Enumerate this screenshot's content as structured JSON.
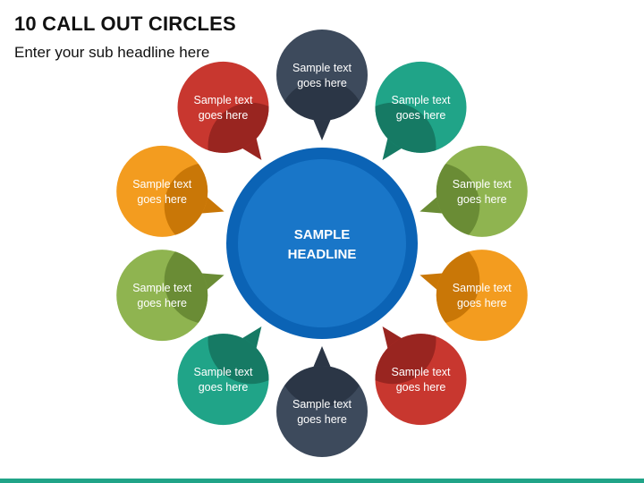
{
  "header": {
    "title": "10 CALL OUT CIRCLES",
    "subtitle": "Enter your sub headline here"
  },
  "center": {
    "line1": "SAMPLE",
    "line2": "HEADLINE",
    "color": "#1976c8",
    "ring_color": "#0b63b5"
  },
  "callouts": [
    {
      "line1": "Sample text",
      "line2": "goes here",
      "color": "#3d4a5c",
      "shade": "#2b3646"
    },
    {
      "line1": "Sample text",
      "line2": "goes here",
      "color": "#20a488",
      "shade": "#167a64"
    },
    {
      "line1": "Sample text",
      "line2": "goes here",
      "color": "#8fb450",
      "shade": "#6a8c35"
    },
    {
      "line1": "Sample text",
      "line2": "goes here",
      "color": "#f39c1f",
      "shade": "#c97707"
    },
    {
      "line1": "Sample text",
      "line2": "goes here",
      "color": "#c8372f",
      "shade": "#992520"
    },
    {
      "line1": "Sample text",
      "line2": "goes here",
      "color": "#3d4a5c",
      "shade": "#2b3646"
    },
    {
      "line1": "Sample text",
      "line2": "goes here",
      "color": "#20a488",
      "shade": "#167a64"
    },
    {
      "line1": "Sample text",
      "line2": "goes here",
      "color": "#8fb450",
      "shade": "#6a8c35"
    },
    {
      "line1": "Sample text",
      "line2": "goes here",
      "color": "#f39c1f",
      "shade": "#c97707"
    },
    {
      "line1": "Sample text",
      "line2": "goes here",
      "color": "#c8372f",
      "shade": "#992520"
    }
  ],
  "footer": {
    "bar_color": "#20a488"
  }
}
